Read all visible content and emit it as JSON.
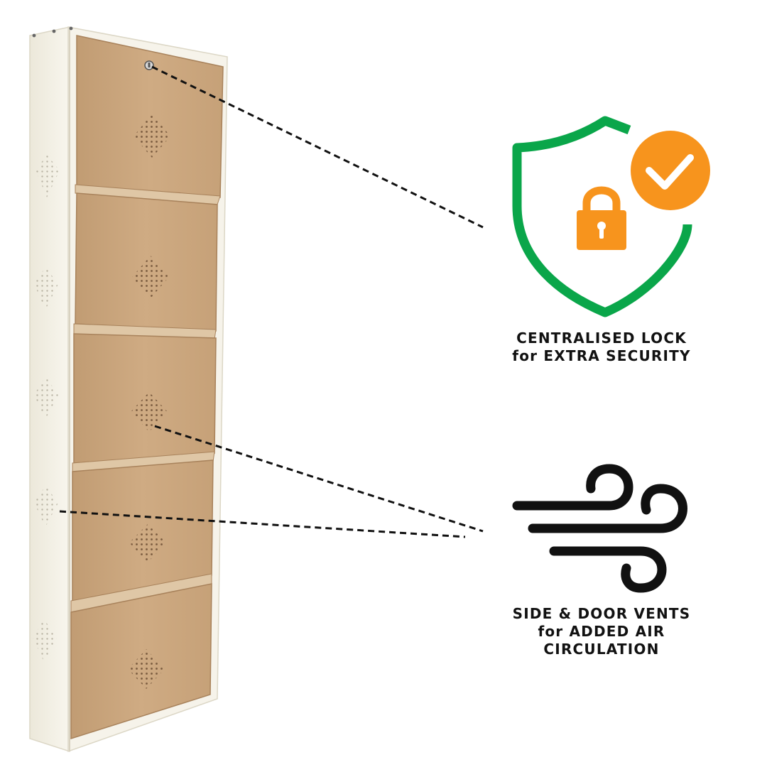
{
  "features": {
    "lock": {
      "line1": "CENTRALISED LOCK",
      "line2": "for EXTRA SECURITY",
      "icon": "shield-lock-check-icon"
    },
    "vents": {
      "line1": "SIDE & DOOR VENTS",
      "line2": "for ADDED AIR",
      "line3": "CIRCULATION",
      "icon": "wind-icon"
    }
  },
  "colors": {
    "shield": "#0aa64a",
    "lock_and_badge": "#f7941d",
    "cabinet_frame": "#f4f1e6",
    "cabinet_door": "#c8a27a",
    "wind_icon": "#111111",
    "callout_line": "#111111",
    "caption_text": "#111111"
  },
  "product": {
    "name": "shoe-cabinet",
    "door_count": 5
  }
}
